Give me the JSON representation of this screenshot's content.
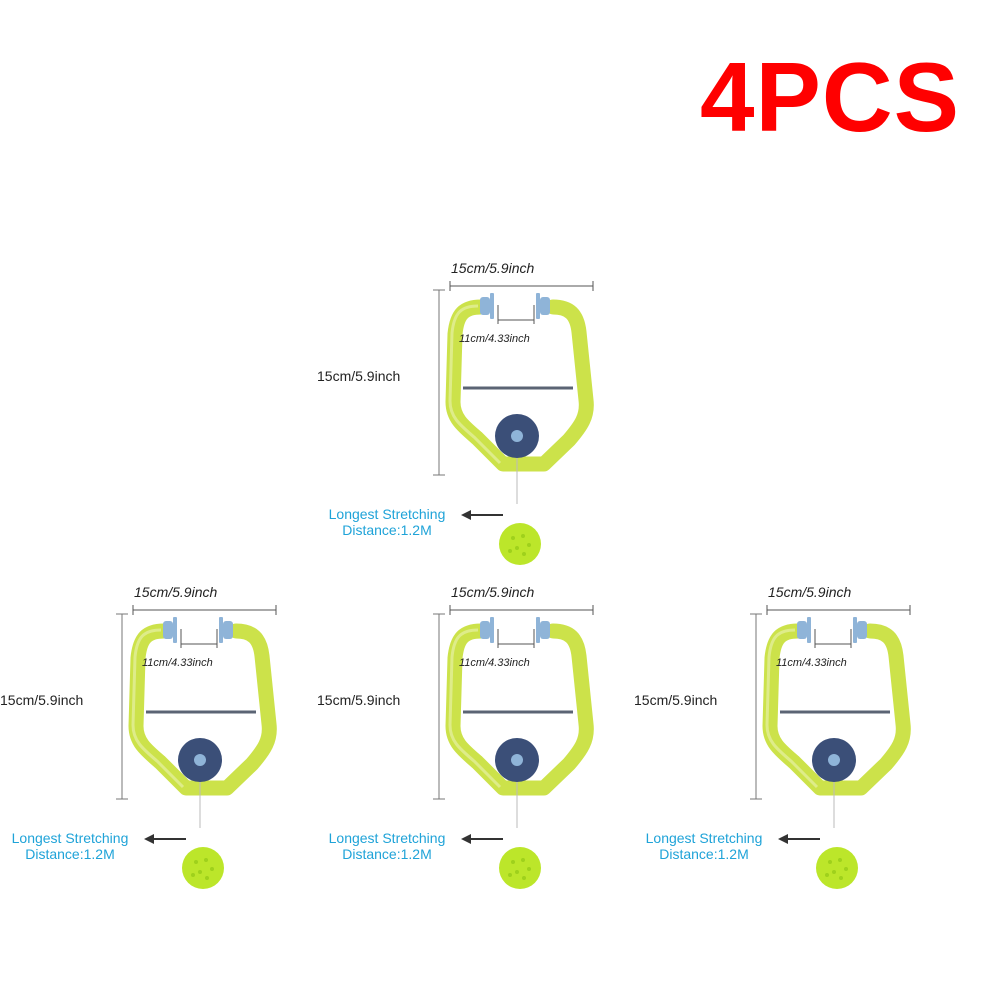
{
  "headline": "4PCS",
  "colors": {
    "headline": "#ff0000",
    "frame": "#cce24a",
    "hub": "#3b4f78",
    "ball": "#bce62a",
    "annotation": "#1fa3d8",
    "grip": "#8fb4d8"
  },
  "products": [
    {
      "width_label": "15cm/5.9inch",
      "height_label": "15cm/5.9inch",
      "gap_label": "11cm/4.33inch",
      "stretch_line1": "Longest Stretching",
      "stretch_line2": "Distance:1.2M"
    },
    {
      "width_label": "15cm/5.9inch",
      "height_label": "15cm/5.9inch",
      "gap_label": "11cm/4.33inch",
      "stretch_line1": "Longest Stretching",
      "stretch_line2": "Distance:1.2M"
    },
    {
      "width_label": "15cm/5.9inch",
      "height_label": "15cm/5.9inch",
      "gap_label": "11cm/4.33inch",
      "stretch_line1": "Longest Stretching",
      "stretch_line2": "Distance:1.2M"
    },
    {
      "width_label": "15cm/5.9inch",
      "height_label": "15cm/5.9inch",
      "gap_label": "11cm/4.33inch",
      "stretch_line1": "Longest Stretching",
      "stretch_line2": "Distance:1.2M"
    }
  ]
}
